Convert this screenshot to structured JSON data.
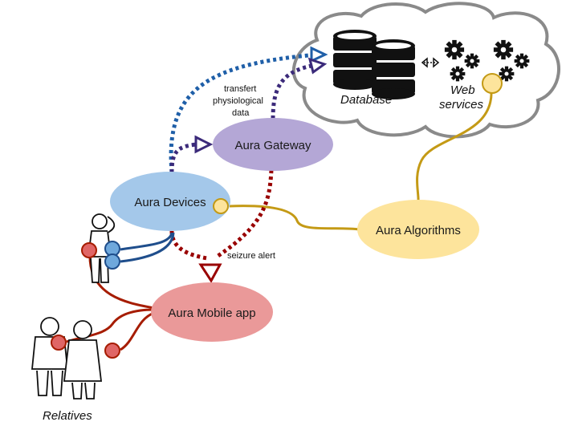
{
  "nodes": {
    "database": "Database",
    "web_services_line1": "Web",
    "web_services_line2": "services",
    "gateway": "Aura Gateway",
    "devices": "Aura Devices",
    "algorithms": "Aura Algorithms",
    "mobile_app": "Aura Mobile app",
    "relatives": "Relatives"
  },
  "edge_labels": {
    "transfer_line1": "transfert",
    "transfer_line2": "physiological",
    "transfer_line3": "data",
    "seizure_alert": "seizure alert"
  },
  "colors": {
    "cloud_stroke": "#8a8a8a",
    "gateway_fill": "#b4a7d6",
    "devices_fill": "#a4c8ea",
    "algorithms_fill": "#fde49c",
    "mobile_fill": "#ea9999",
    "blue_dotted": "#1f5fa8",
    "purple_dotted": "#3b2a7a",
    "red_dotted": "#990000",
    "gold_line": "#c49a15",
    "red_line": "#a61c00",
    "blue_line": "#1f4e8c"
  }
}
